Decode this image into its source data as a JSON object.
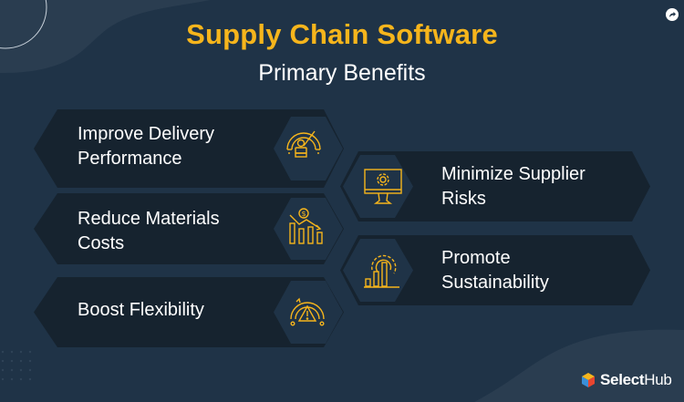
{
  "header": {
    "title": "Supply Chain Software",
    "subtitle": "Primary Benefits"
  },
  "benefits": [
    {
      "label_line1": "Improve Delivery",
      "label_line2": "Performance",
      "icon": "speedometer-person-icon",
      "side": "left"
    },
    {
      "label_line1": "Minimize Supplier",
      "label_line2": "Risks",
      "icon": "monitor-gear-icon",
      "side": "right"
    },
    {
      "label_line1": "Reduce Materials",
      "label_line2": "Costs",
      "icon": "cost-decline-chart-icon",
      "side": "left"
    },
    {
      "label_line1": "Promote",
      "label_line2": "Sustainability",
      "icon": "growth-gear-chart-icon",
      "side": "right"
    },
    {
      "label_line1": "Boost Flexibility",
      "label_line2": "",
      "icon": "gauge-warning-icon",
      "side": "left"
    }
  ],
  "brand": {
    "name_bold": "Select",
    "name_regular": "Hub"
  },
  "colors": {
    "background": "#1f3347",
    "card": "#16232f",
    "hex": "#1f3347",
    "accent": "#f6b51c",
    "text": "#ffffff"
  }
}
